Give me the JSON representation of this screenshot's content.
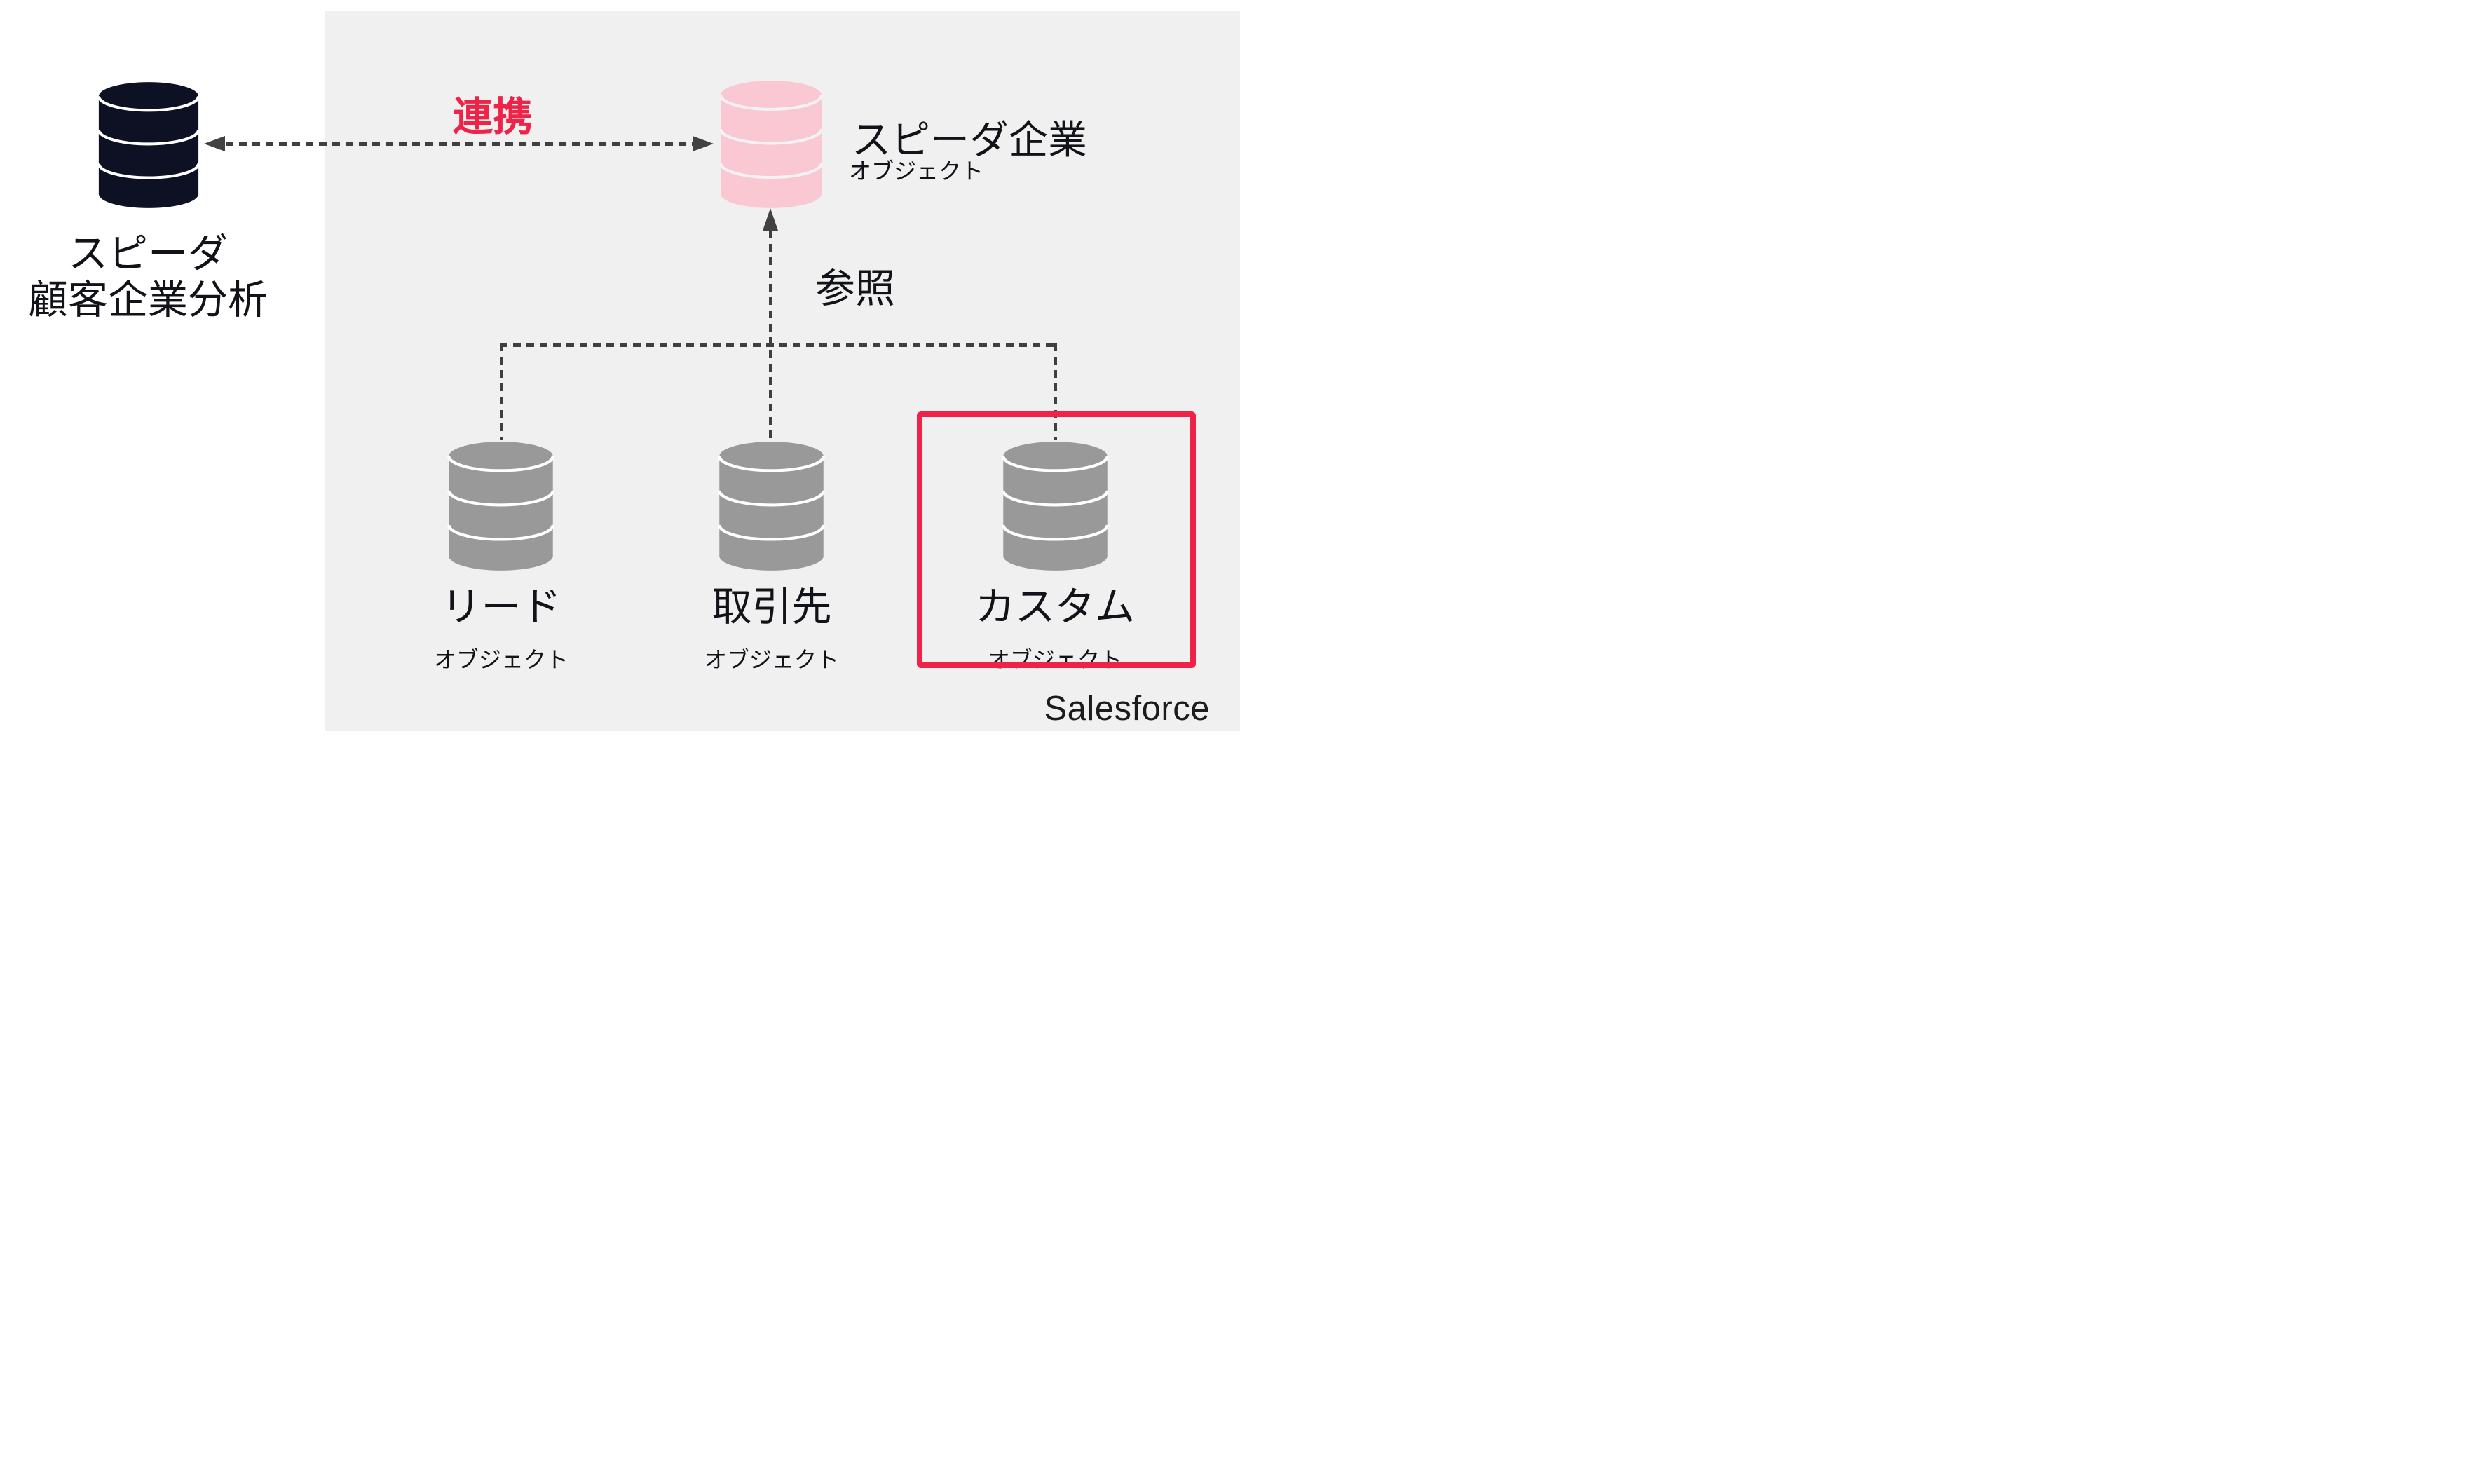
{
  "diagram": {
    "external_system": {
      "name_line1": "スピーダ",
      "name_line2": "顧客企業分析"
    },
    "link": {
      "label": "連携"
    },
    "speeda_object": {
      "title": "スピーダ企業",
      "subtitle": "オブジェクト"
    },
    "reference": {
      "label": "参照"
    },
    "salesforce_objects": [
      {
        "title": "リード",
        "subtitle": "オブジェクト",
        "highlighted": false
      },
      {
        "title": "取引先",
        "subtitle": "オブジェクト",
        "highlighted": false
      },
      {
        "title": "カスタム",
        "subtitle": "オブジェクト",
        "highlighted": true
      }
    ],
    "panel": {
      "label": "Salesforce"
    },
    "colors": {
      "accent_red": "#ee2347",
      "pink_cylinder": "#f9c8d3",
      "dark_cylinder": "#0e1124",
      "gray_cylinder": "#999999",
      "panel_background": "#f0f0f0",
      "line": "#3f3f3f"
    }
  }
}
